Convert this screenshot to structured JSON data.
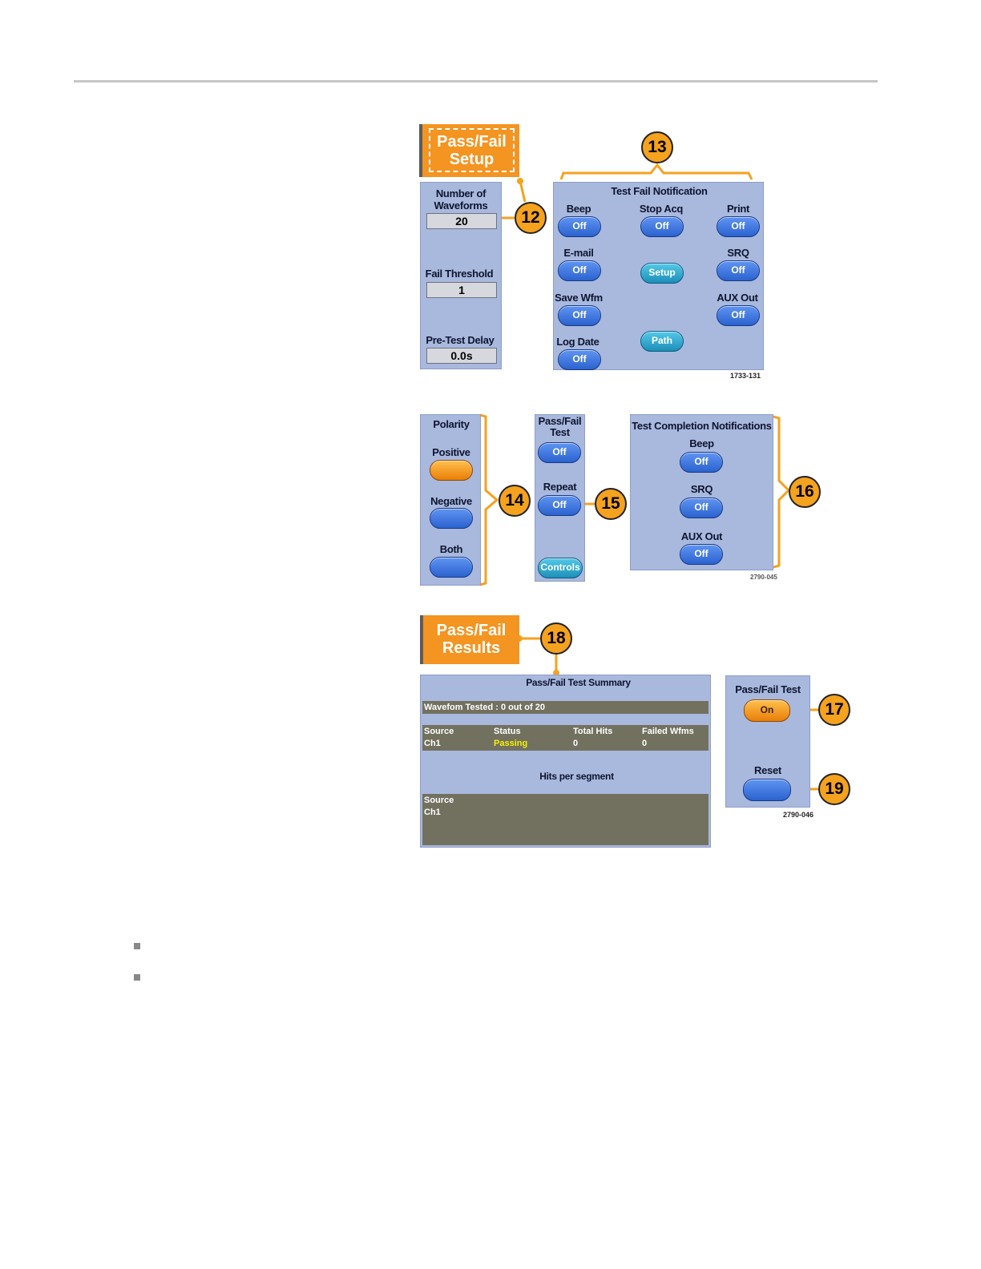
{
  "figure1": {
    "menu_tab": {
      "line1": "Pass/Fail",
      "line2": "Setup"
    },
    "num_waveforms": {
      "label_line1": "Number of",
      "label_line2": "Waveforms",
      "value": "20"
    },
    "fail_threshold": {
      "label": "Fail Threshold",
      "value": "1"
    },
    "pre_test_delay": {
      "label": "Pre-Test Delay",
      "value": "0.0s"
    },
    "notification_title": "Test  Fail Notification",
    "beep": {
      "label": "Beep",
      "value": "Off"
    },
    "stop_acq": {
      "label": "Stop Acq",
      "value": "Off"
    },
    "print": {
      "label": "Print",
      "value": "Off"
    },
    "email": {
      "label": "E-mail",
      "value": "Off"
    },
    "setup_button": "Setup",
    "srq": {
      "label": "SRQ",
      "value": "Off"
    },
    "save_wfm": {
      "label": "Save Wfm",
      "value": "Off"
    },
    "aux_out": {
      "label": "AUX Out",
      "value": "Off"
    },
    "log_date": {
      "label": "Log Date",
      "value": "Off"
    },
    "path_button": "Path",
    "callout_a": "12",
    "callout_b": "13",
    "fig_id": "1733-131"
  },
  "figure2": {
    "polarity_title": "Polarity",
    "positive": "Positive",
    "negative": "Negative",
    "both": "Both",
    "pf_test_line1": "Pass/Fail",
    "pf_test_line2": "Test",
    "pf_test_value": "Off",
    "repeat_label": "Repeat",
    "repeat_value": "Off",
    "controls_button": "Controls",
    "completion_title": "Test Completion Notifications",
    "beep": {
      "label": "Beep",
      "value": "Off"
    },
    "srq": {
      "label": "SRQ",
      "value": "Off"
    },
    "aux_out": {
      "label": "AUX Out",
      "value": "Off"
    },
    "callout_a": "14",
    "callout_b": "15",
    "callout_c": "16",
    "fig_id": "2790-045"
  },
  "figure3": {
    "menu_tab": {
      "line1": "Pass/Fail",
      "line2": "Results"
    },
    "summary_title": "Pass/Fail Test Summary",
    "waveform_tested": "Wavefom Tested :    0 out of 20",
    "columns": [
      "Source",
      "Status",
      "Total Hits",
      "Failed Wfms"
    ],
    "row": [
      "Ch1",
      "Passing",
      "0",
      "0"
    ],
    "hits_title": "Hits per segment",
    "hits_source_header": "Source",
    "hits_source_value": "Ch1",
    "pf_test_label": "Pass/Fail Test",
    "pf_test_value": "On",
    "reset_label": "Reset",
    "callout_a": "17",
    "callout_b": "18",
    "callout_c": "19",
    "fig_id": "2790-046"
  },
  "colors": {
    "menu_orange": "#f49421",
    "panel_blue": "#a9b8dd",
    "button_blue": "#2b63cf",
    "callout_orange": "#f5a21e",
    "passing_yellow": "#f7f200"
  }
}
